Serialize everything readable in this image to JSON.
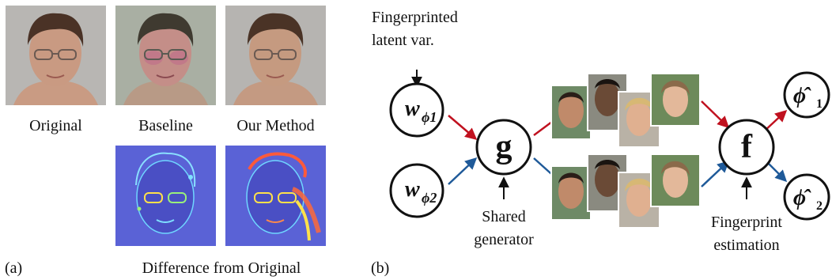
{
  "panel_a": {
    "label": "(a)",
    "captions": {
      "original": "Original",
      "baseline": "Baseline",
      "ours": "Our Method",
      "difference": "Difference from Original"
    }
  },
  "panel_b": {
    "label": "(b)",
    "latent_label_line1": "Fingerprinted",
    "latent_label_line2": "latent var.",
    "shared_line1": "Shared",
    "shared_line2": "generator",
    "estimation_line1": "Fingerprint",
    "estimation_line2": "estimation",
    "node_g": "g",
    "node_f": "f",
    "w_symbol": "w",
    "phi_sub_1": "ϕ1",
    "phi_sub_2": "ϕ2",
    "phi_hat_1": "ϕ̂",
    "phi_hat_2": "ϕ̂",
    "sub_1": "1",
    "sub_2": "2"
  },
  "colors": {
    "red_arrow": "#c0111f",
    "blue_arrow": "#1f5a99",
    "heatmap_bg": "#5a5fd6"
  }
}
